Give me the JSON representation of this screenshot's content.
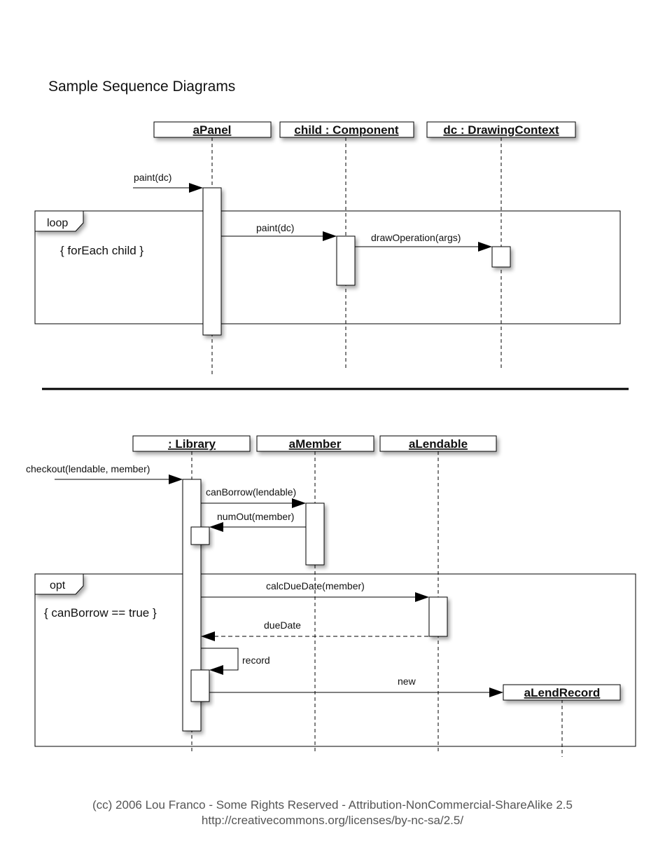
{
  "page": {
    "title": "Sample Sequence Diagrams",
    "footer_line1": "(cc) 2006 Lou Franco - Some Rights Reserved - Attribution-NonCommercial-ShareAlike 2.5",
    "footer_line2": "http://creativecommons.org/licenses/by-nc-sa/2.5/"
  },
  "diagram1": {
    "lifelines": [
      "aPanel",
      "child : Component",
      "dc : DrawingContext"
    ],
    "messages": [
      "paint(dc)",
      "paint(dc)",
      "drawOperation(args)"
    ],
    "frame_keyword": "loop",
    "frame_guard": "{ forEach child }"
  },
  "diagram2": {
    "lifelines": [
      ": Library",
      "aMember",
      "aLendable",
      "aLendRecord"
    ],
    "messages": [
      "checkout(lendable, member)",
      "canBorrow(lendable)",
      "numOut(member)",
      "calcDueDate(member)",
      "dueDate",
      "record",
      "new"
    ],
    "frame_keyword": "opt",
    "frame_guard": "{ canBorrow == true }"
  }
}
